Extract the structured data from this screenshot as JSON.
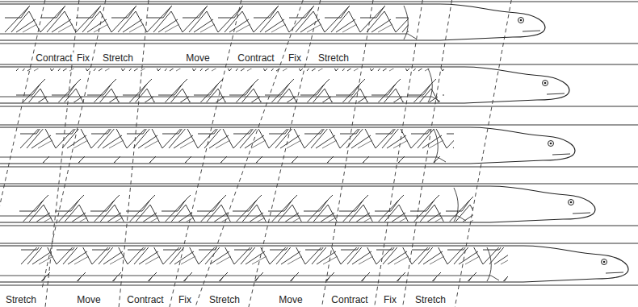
{
  "diagram": {
    "labels": [
      "Contract",
      "Fix",
      "Stretch",
      "Move",
      "Contract",
      "Fix",
      "Stretch",
      "Stretch",
      "Move",
      "Contract",
      "Fix",
      "Stretch",
      "Move",
      "Contract",
      "Fix",
      "Stretch"
    ]
  }
}
